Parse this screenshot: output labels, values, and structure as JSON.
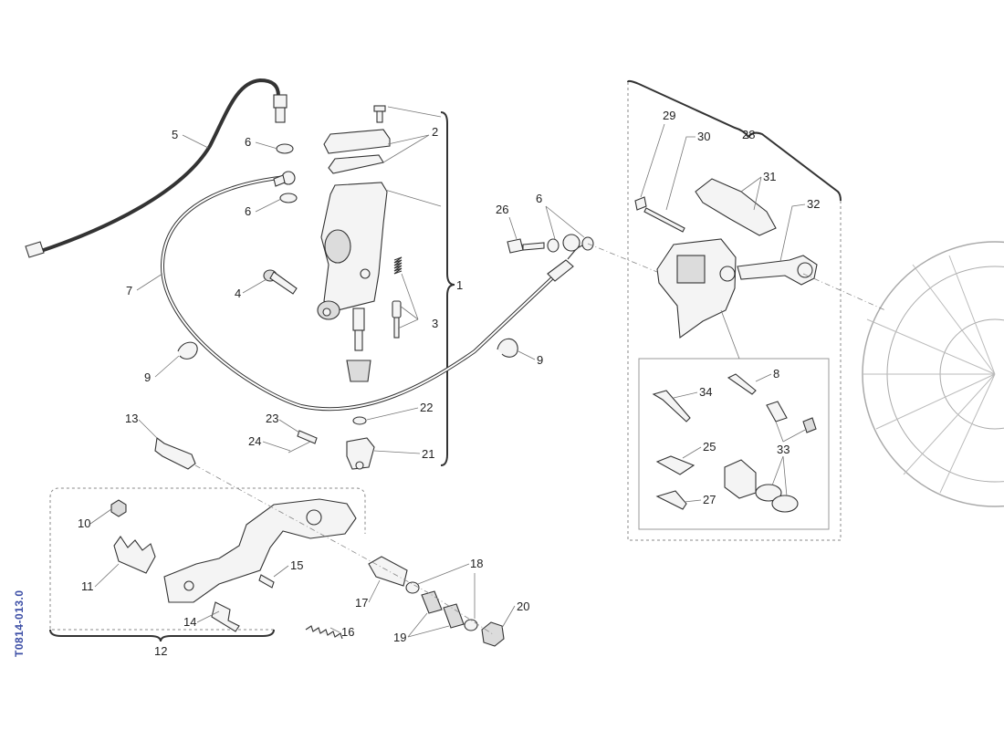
{
  "drawing": {
    "doc_id": "T0814-013.0",
    "callouts": [
      "1",
      "2",
      "3",
      "4",
      "5",
      "6",
      "6",
      "6",
      "7",
      "8",
      "9",
      "9",
      "10",
      "11",
      "12",
      "13",
      "14",
      "15",
      "16",
      "17",
      "18",
      "19",
      "20",
      "21",
      "22",
      "23",
      "24",
      "25",
      "26",
      "27",
      "28",
      "29",
      "30",
      "31",
      "32",
      "33",
      "34"
    ]
  },
  "colors": {
    "line": "#333333",
    "doc_id": "#3d4fa6",
    "dashed": "#888888"
  }
}
